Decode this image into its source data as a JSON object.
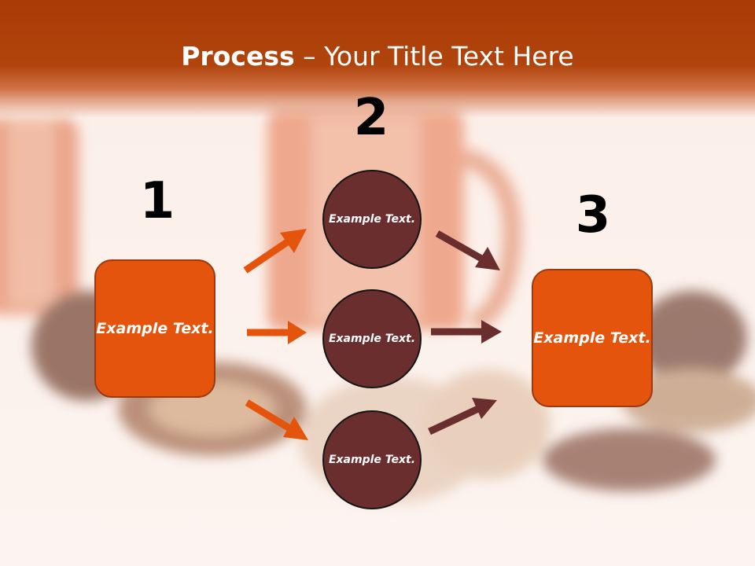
{
  "slide": {
    "title_bold": "Process",
    "title_rest": " – Your Title Text Here"
  },
  "steps": {
    "one": {
      "number": "1",
      "text": "Example Text."
    },
    "two": {
      "number": "2"
    },
    "three": {
      "number": "3",
      "text": "Example Text."
    }
  },
  "circles": [
    {
      "text": "Example Text."
    },
    {
      "text": "Example Text."
    },
    {
      "text": "Example Text."
    }
  ],
  "colors": {
    "header": "#aa3a06",
    "box_fill": "#e5540c",
    "circle_fill": "#6b2e2e",
    "arrow_orange": "#e5540c",
    "arrow_brown": "#6b2e2e"
  }
}
